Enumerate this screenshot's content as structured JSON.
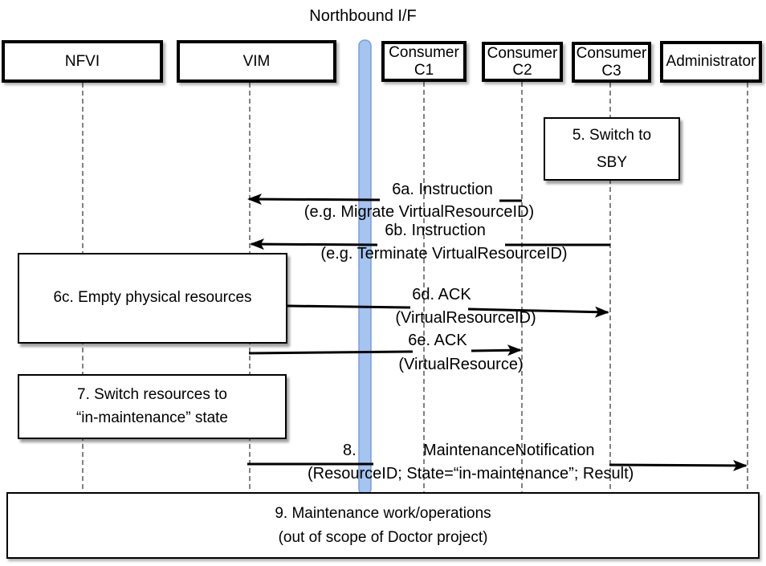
{
  "title": "Northbound I/F",
  "colors": {
    "interface_bar_fill": "#a5c4f0",
    "interface_bar_border": "#7b9ed6",
    "message_line": "#000000",
    "lifeline": "#4d4d4d",
    "box_border": "#000000"
  },
  "actors": [
    {
      "id": "nfvi",
      "lines": [
        "NFVI"
      ]
    },
    {
      "id": "vim",
      "lines": [
        "VIM"
      ]
    },
    {
      "id": "consumer-c1",
      "lines": [
        "Consumer",
        "C1"
      ]
    },
    {
      "id": "consumer-c2",
      "lines": [
        "Consumer",
        "C2"
      ]
    },
    {
      "id": "consumer-c3",
      "lines": [
        "Consumer",
        "C3"
      ]
    },
    {
      "id": "administrator",
      "lines": [
        "Administrator"
      ]
    }
  ],
  "action_boxes": [
    {
      "id": "step-5",
      "lines": [
        "5. Switch to",
        "SBY"
      ]
    },
    {
      "id": "step-6c",
      "lines": [
        "6c. Empty physical resources"
      ]
    },
    {
      "id": "step-7",
      "lines": [
        "7. Switch resources to",
        "“in-maintenance” state"
      ]
    },
    {
      "id": "step-9",
      "lines": [
        "9. Maintenance work/operations",
        "(out of scope of Doctor project)"
      ]
    }
  ],
  "messages": [
    {
      "id": "6a",
      "name": "6a. Instruction",
      "detail": "(e.g. Migrate VirtualResourceID)",
      "from": "Consumer C2",
      "to": "VIM"
    },
    {
      "id": "6b",
      "name": "6b. Instruction",
      "detail": "(e.g. Terminate VirtualResourceID)",
      "from": "Consumer C3",
      "to": "VIM"
    },
    {
      "id": "6d",
      "name": "6d. ACK",
      "detail": "(VirtualResourceID)",
      "from": "VIM",
      "to": "Consumer C3"
    },
    {
      "id": "6e",
      "name": "6e. ACK",
      "detail": "(VirtualResource)",
      "from": "VIM",
      "to": "Consumer C2"
    },
    {
      "id": "8",
      "number": "8.",
      "name": "MaintenanceNotification",
      "detail": "(ResourceID; State=“in-maintenance”; Result)",
      "from": "VIM",
      "to": "Administrator"
    }
  ]
}
